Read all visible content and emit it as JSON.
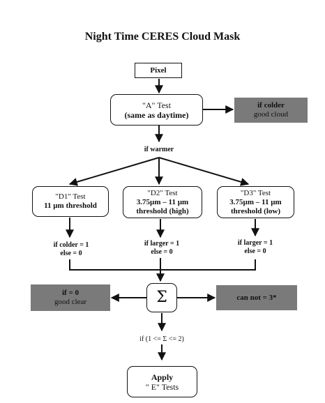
{
  "title": "Night Time CERES Cloud Mask",
  "pixel": "Pixel",
  "test_a": {
    "line1": "\"A\" Test",
    "line2": "(same as daytime)"
  },
  "if_colder_box": {
    "line1": "if colder",
    "line2": "good cloud"
  },
  "if_warmer": "if warmer",
  "d1": {
    "line1": "\"D1\" Test",
    "line2": "11 µm threshold"
  },
  "d2": {
    "line1": "\"D2\" Test",
    "line2": "3.75µm – 11 µm",
    "line3": "threshold (high)"
  },
  "d3": {
    "line1": "\"D3\" Test",
    "line2": "3.75µm – 11 µm",
    "line3": "threshold (low)"
  },
  "d1_out": {
    "line1": "if colder = 1",
    "line2": "else = 0"
  },
  "d2_out": {
    "line1": "if larger = 1",
    "line2": "else = 0"
  },
  "d3_out": {
    "line1": "if larger = 1",
    "line2": "else = 0"
  },
  "sum_symbol": "Σ",
  "if_zero_box": {
    "line1": "if = 0",
    "line2": "good clear"
  },
  "can_not_box": "can not = 3*",
  "condition": "if (1 <=  Σ  <= 2)",
  "apply_box": {
    "line1": "Apply",
    "line2": "\" E\" Tests"
  }
}
